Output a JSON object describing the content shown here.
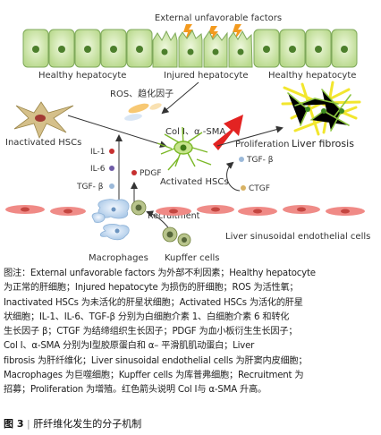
{
  "figure": {
    "labels": {
      "external_factors": "External unfavorable factors",
      "healthy_left": "Healthy hepatocyte",
      "injured": "Injured hepatocyte",
      "healthy_right": "Healthy hepatocyte",
      "ros": "ROS、趋化因子",
      "inactivated": "Inactivated HSCs",
      "col": "Col Ⅰ、α -SMA",
      "proliferation": "Proliferation",
      "liver_fibrosis": "Liver fibrosis",
      "il1": "IL-1",
      "il6": "IL-6",
      "tgf_left": "TGF- β",
      "pdgf": "PDGF",
      "activated": "Activated HSCs",
      "tgf_right": "TGF- β",
      "ctgf": "CTGF",
      "recruitment": "Recruitment",
      "lsec": "Liver sinusoidal endothelial cells",
      "macrophages": "Macrophages",
      "kupffer": "Kupffer cells"
    }
  },
  "caption": {
    "lines": [
      "图注：External unfavorable factors 为外部不利因素；Healthy hepatocyte",
      "为正常的肝细胞；Injured hepatocyte 为损伤的肝细胞；ROS 为活性氧；",
      "Inactivated HSCs 为未活化的肝星状细胞；Activated HSCs 为活化的肝星",
      "状细胞；IL-1、IL-6、TGF-β 分别为白细胞介素 1、白细胞介素 6 和转化",
      "生长因子 β；CTGF 为结缔组织生长因子；PDGF 为血小板衍生生长因子；",
      "Col Ⅰ、α-SMA 分别为Ⅰ型胶原蛋白和 α– 平滑肌肌动蛋白；Liver",
      "fibrosis 为肝纤维化；Liver sinusoidal endothelial cells 为肝窦内皮细胞；",
      "Macrophages 为巨噬细胞；Kupffer cells 为库普弗细胞；Recruitment 为",
      "招募；Proliferation 为增殖。红色箭头说明 Col Ⅰ与 α-SMA 升高。"
    ]
  },
  "figure_title": {
    "number": "图 3",
    "separator": "|",
    "text": "肝纤维化发生的分子机制"
  }
}
